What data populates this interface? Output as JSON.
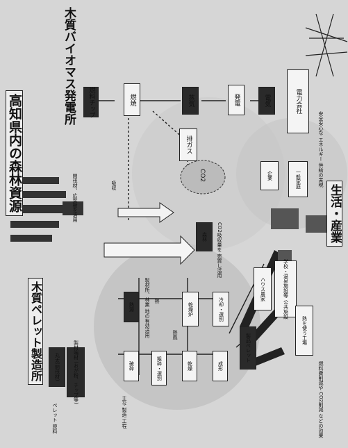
{
  "sections": {
    "forest": "高知県内の森林資源",
    "biomass_plant": "木質バイオマス発電所",
    "pellet_plant": "木質ペレット製造所",
    "life_industry": "生活・産業"
  },
  "biomass": {
    "fuel_chip": "燃料チップ",
    "combustion": "燃焼",
    "steam": "蒸気",
    "generation": "発電",
    "electricity": "電気",
    "power_company": "電力会社",
    "exhaust_gas": "排ガス",
    "safe_energy": "安全安心な エネルギー 供給の実現"
  },
  "cycle": {
    "co2": "CO2",
    "absorb": "吸収",
    "cultivation": "森林",
    "forest_note": "間伐材、広葉樹を活用",
    "sawmill_note": "製材所、林業 地の有効活用",
    "ad_note": "CO2吸収量を 売買し活用"
  },
  "pellet": {
    "raw_wood": "丸太(間伐材)",
    "wood_waste": "製材端材 (おが粉、チップ等)",
    "pellet_material": "ペレット 原料",
    "main_process": "主な 製造 工程",
    "grinding": "破砕",
    "coarse": "粗砕・選別",
    "drying": "乾燥",
    "molding": "成形",
    "boiler": "乾燥炉",
    "heat": "熱",
    "hotair": "熱風",
    "heat_source": "熱源",
    "product": "製品ペレット",
    "cool": "冷却・選別"
  },
  "users": {
    "enterprise": "企業",
    "household": "一般家庭",
    "greenhouse": "ハウス農家",
    "school": "学校・温泉施設等 公共施設",
    "factory": "熱を使う工場",
    "note": "燃料費削減や CO2削減 などの効果"
  }
}
